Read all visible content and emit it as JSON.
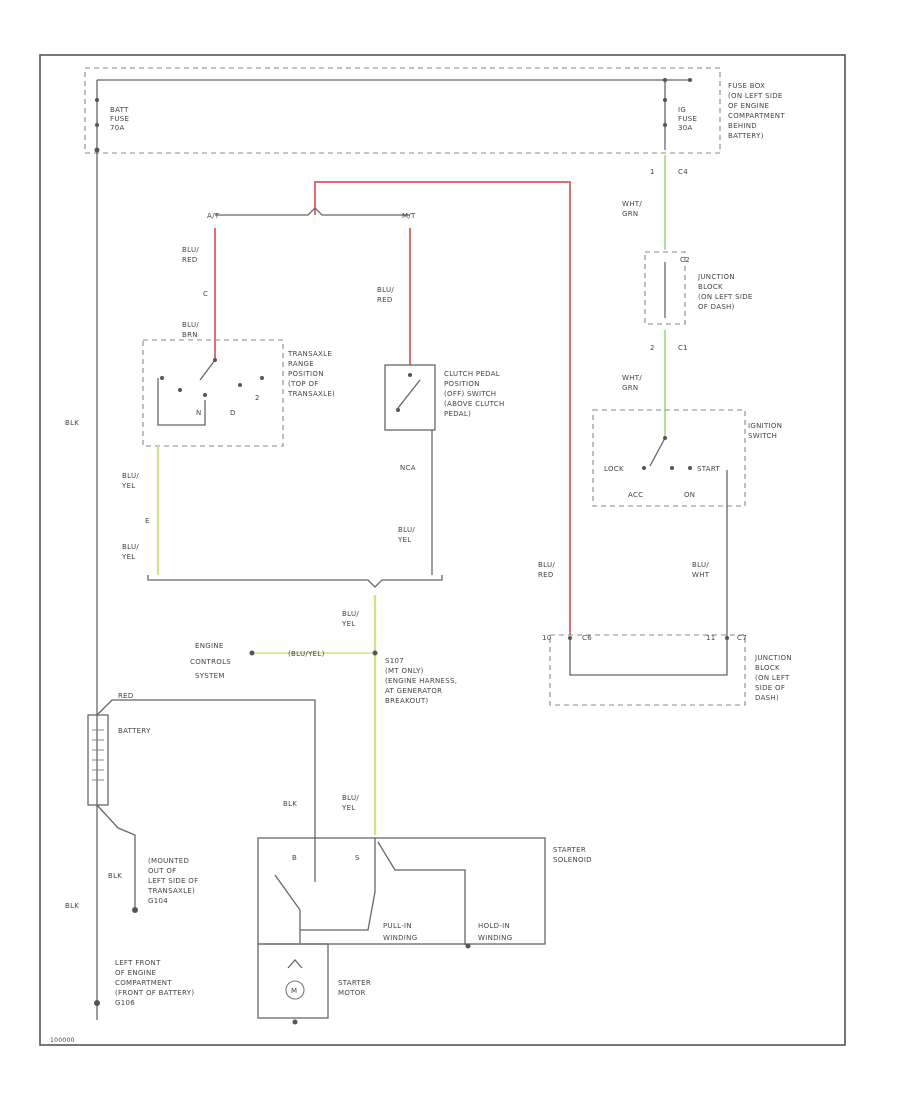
{
  "colors": {
    "red_wire": "#e07070",
    "green_wire": "#aee39a",
    "yellow_wire": "#d6e08a",
    "black_wire": "#666666"
  },
  "labels": {
    "batt_fuse": [
      "BATT",
      "FUSE",
      "70A"
    ],
    "ig_fuse": [
      "IG",
      "FUSE",
      "30A"
    ],
    "fuse_box": [
      "FUSE BOX",
      "(ON LEFT SIDE",
      "OF ENGINE",
      "COMPARTMENT",
      "BEHIND",
      "BATTERY)"
    ],
    "c4": "C4",
    "pin_1": "1",
    "wht_grn_top": [
      "WHT/",
      "GRN"
    ],
    "c2": "C2",
    "junction_block_top": [
      "JUNCTION",
      "BLOCK",
      "(ON LEFT SIDE",
      "OF DASH)"
    ],
    "pin_2": "2",
    "c1": "C1",
    "wht_grn_mid": [
      "WHT/",
      "GRN"
    ],
    "ignition_switch": [
      "IGNITION",
      "SWITCH"
    ],
    "lock": "LOCK",
    "start": "START",
    "acc": "ACC",
    "on": "ON",
    "at": "A/T",
    "mt": "M/T",
    "blu_red_left": [
      "BLU/",
      "RED"
    ],
    "pin_c": "C",
    "blu_red_center": [
      "BLU/",
      "RED"
    ],
    "blu_brn": [
      "BLU/",
      "BRN"
    ],
    "transaxle_switch": [
      "TRANSAXLE",
      "RANGE",
      "POSITION",
      "(TOP OF",
      "TRANSAXLE)"
    ],
    "pin_n": "N",
    "pin_d": "D",
    "pin_2b": "2",
    "clutch_switch": [
      "CLUTCH PEDAL",
      "POSITION",
      "(OFF) SWITCH",
      "(ABOVE CLUTCH",
      "PEDAL)"
    ],
    "blk_main": "BLK",
    "blu_yel_left_top": [
      "BLU/",
      "YEL"
    ],
    "pin_e": "E",
    "blu_yel_left_bottom": [
      "BLU/",
      "YEL"
    ],
    "nca": "NCA",
    "blu_yel_right": [
      "BLU/",
      "YEL"
    ],
    "blu_red_long": [
      "BLU/",
      "RED"
    ],
    "blu_wht": [
      "BLU/",
      "WHT"
    ],
    "c6": "C6",
    "c7": "C7",
    "pin_10": "10",
    "pin_11": "11",
    "junction_block_bottom": [
      "JUNCTION",
      "BLOCK",
      "(ON LEFT",
      "SIDE OF",
      "DASH)"
    ],
    "blu_yel_center": [
      "BLU/",
      "YEL"
    ],
    "engine_controls": [
      "ENGINE",
      "CONTROLS",
      "SYSTEM"
    ],
    "blu_yel_inline": "(BLU/YEL)",
    "s107": [
      "S107",
      "(MT ONLY)",
      "(ENGINE HARNESS,",
      "AT GENERATOR",
      "BREAKOUT)"
    ],
    "red": "RED",
    "battery": "BATTERY",
    "blk_starter": "BLK",
    "blu_yel_solenoid": [
      "BLU/",
      "YEL"
    ],
    "pin_b": "B",
    "pin_s": "S",
    "starter_solenoid": [
      "STARTER",
      "SOLENOID"
    ],
    "pullin": [
      "PULL-IN",
      "WINDING"
    ],
    "holdin": [
      "HOLD-IN",
      "WINDING"
    ],
    "m": "M",
    "starter_motor": [
      "STARTER",
      "MOTOR"
    ],
    "blk_ground1": "BLK",
    "ground1": [
      "(MOUNTED",
      "OUT OF",
      "LEFT SIDE OF",
      "TRANSAXLE)",
      "G104"
    ],
    "blk_ground2": "BLK",
    "ground2": [
      "LEFT FRONT",
      "OF ENGINE",
      "COMPARTMENT",
      "(FRONT OF BATTERY)",
      "G106"
    ],
    "figure_code": "100000"
  }
}
